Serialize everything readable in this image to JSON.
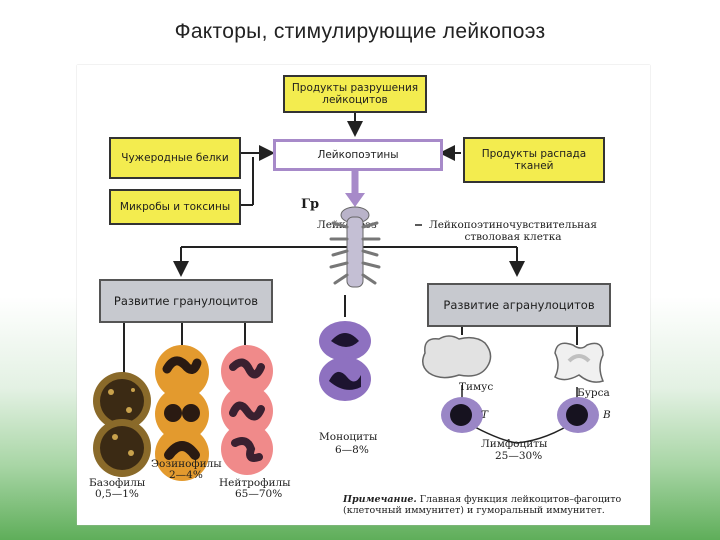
{
  "title": "Факторы, стимулирующие лейкопоэз",
  "nodes": {
    "destruction_products": "Продукты разрушения лейкоцитов",
    "foreign_proteins": "Чужеродные белки",
    "leukopoietins": "Лейкопоэтины",
    "tissue_decay": "Продукты распада тканей",
    "microbes_toxins": "Микробы и токсины",
    "granulocyte_dev": "Развитие гранулоцитов",
    "agranulocyte_dev": "Развитие агранулоцитов"
  },
  "labels": {
    "gr_fragment": "Гр",
    "leukopoiesis": "Лейкопоэз",
    "stem_cell": "Лейкопоэтиночувствительная стволовая клетка",
    "thymus": "Тимус",
    "bursa": "Бурса",
    "t_letter": "T",
    "b_letter": "B",
    "eosinophils": "Эозинофилы",
    "eosinophils_pct": "2—4%",
    "basophils": "Базофилы",
    "basophils_pct": "0,5—1%",
    "neutrophils": "Нейтрофилы",
    "neutrophils_pct": "65—70%",
    "monocytes": "Моноциты",
    "monocytes_pct": "6—8%",
    "lymphocytes": "Лимфоциты",
    "lymphocytes_pct": "25—30%"
  },
  "note": {
    "prefix": "Примечание.",
    "text": "Главная функция лейкоцитов–фагоцито (клеточный иммунитет) и гуморальный иммунитет."
  },
  "colors": {
    "yellow_box": "#f3ec4f",
    "lilac_border": "#a78ac9",
    "grey_box": "#c7c9cf",
    "basophil": "#3b2a14",
    "eosinophil": "#e39a2e",
    "neutrophil": "#f08a8a",
    "monocyte": "#8e71c0",
    "lymphocyte": "#9a86c6"
  }
}
